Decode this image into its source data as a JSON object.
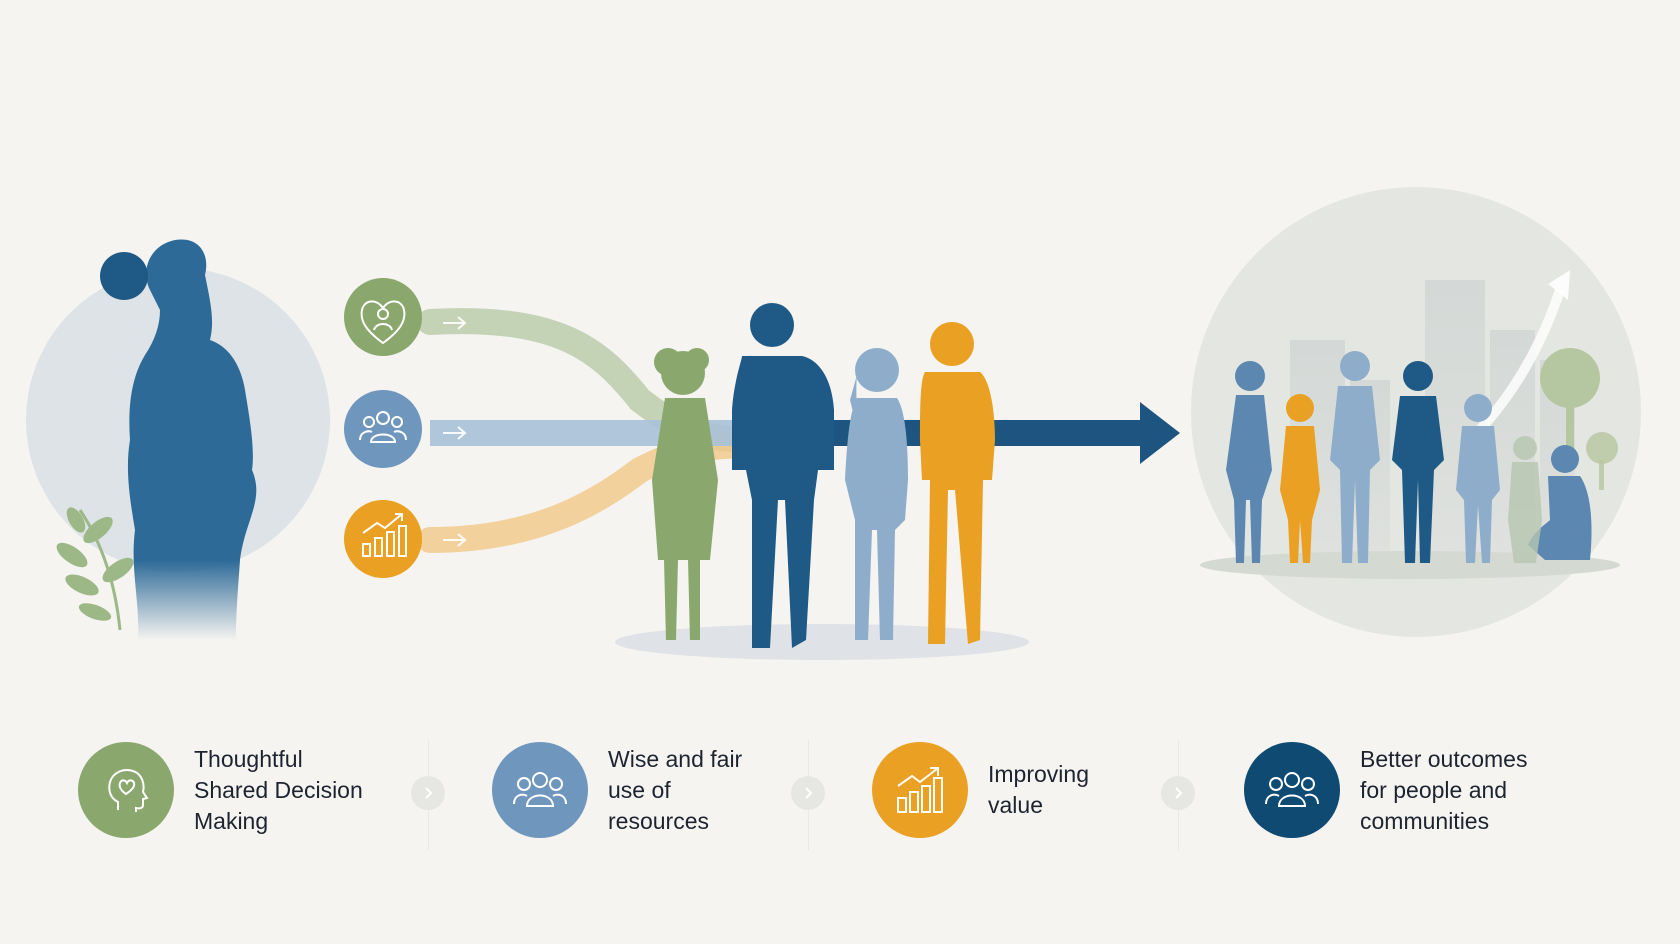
{
  "colors": {
    "background": "#f5f4f1",
    "green": "#8aa86e",
    "blue_light": "#6f97bd",
    "orange": "#eaa022",
    "navy": "#0f4a72",
    "figure_blue": "#2d6a97"
  },
  "top_icons": [
    {
      "icon": "heart-person-icon",
      "color": "#8aa86e"
    },
    {
      "icon": "group-icon",
      "color": "#6f97bd"
    },
    {
      "icon": "bar-chart-arrow-icon",
      "color": "#eaa022"
    }
  ],
  "legend": [
    {
      "label_lines": [
        "Thoughtful",
        "Shared Decision",
        "Making"
      ],
      "icon": "head-heart-icon",
      "color": "#8aa86e"
    },
    {
      "label_lines": [
        "Wise and fair",
        "use of",
        "resources"
      ],
      "icon": "group-icon",
      "color": "#6f97bd"
    },
    {
      "label_lines": [
        "Improving",
        "value"
      ],
      "icon": "bar-chart-arrow-icon",
      "color": "#eaa022"
    },
    {
      "label_lines": [
        "Better outcomes",
        "for people and",
        "communities"
      ],
      "icon": "group-icon",
      "color": "#0f4a72"
    }
  ]
}
